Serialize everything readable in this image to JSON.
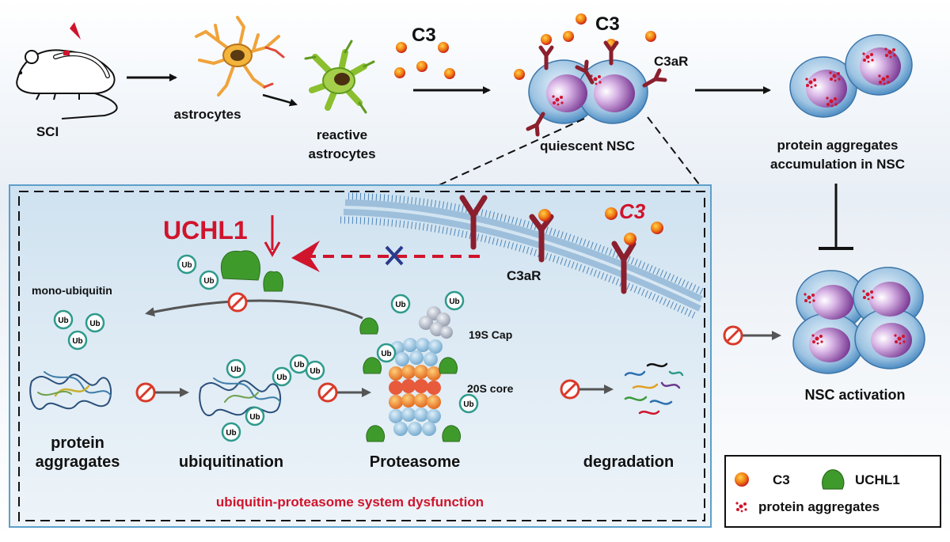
{
  "labels": {
    "sci": "SCI",
    "astrocytes": "astrocytes",
    "reactive_line1": "reactive",
    "reactive_line2": "astrocytes",
    "c3_top_left": "C3",
    "c3_top_right": "C3",
    "c3ar_top": "C3aR",
    "quiescent_nsc": "quiescent NSC",
    "aggregates_line1": "protein aggregates",
    "aggregates_line2": "accumulation in NSC",
    "nsc_activation": "NSC activation"
  },
  "inset": {
    "uchl1": "UCHL1",
    "c3": "C3",
    "c3ar": "C3aR",
    "mono_ubiquitin": "mono-ubiquitin",
    "ub": "Ub",
    "cap_19s": "19S Cap",
    "core_20s": "20S core",
    "protein_line1": "protein",
    "protein_line2": "aggragates",
    "ubiquitination": "ubiquitination",
    "proteasome": "Proteasome",
    "degradation": "degradation",
    "dysfunction": "ubiquitin-proteasome system dysfunction"
  },
  "legend": {
    "c3": "C3",
    "uchl1": "UCHL1",
    "protein_aggregates": "protein aggregates"
  },
  "colors": {
    "red_text": "#d0142c",
    "c3_orange": "#f08a1a",
    "receptor": "#8b1f2e",
    "ub_teal": "#2e9a8c",
    "uchl1_green": "#3f9a2c",
    "nsc_outer": "#5c97c8",
    "nsc_nucleus": "#8c3fa0"
  }
}
